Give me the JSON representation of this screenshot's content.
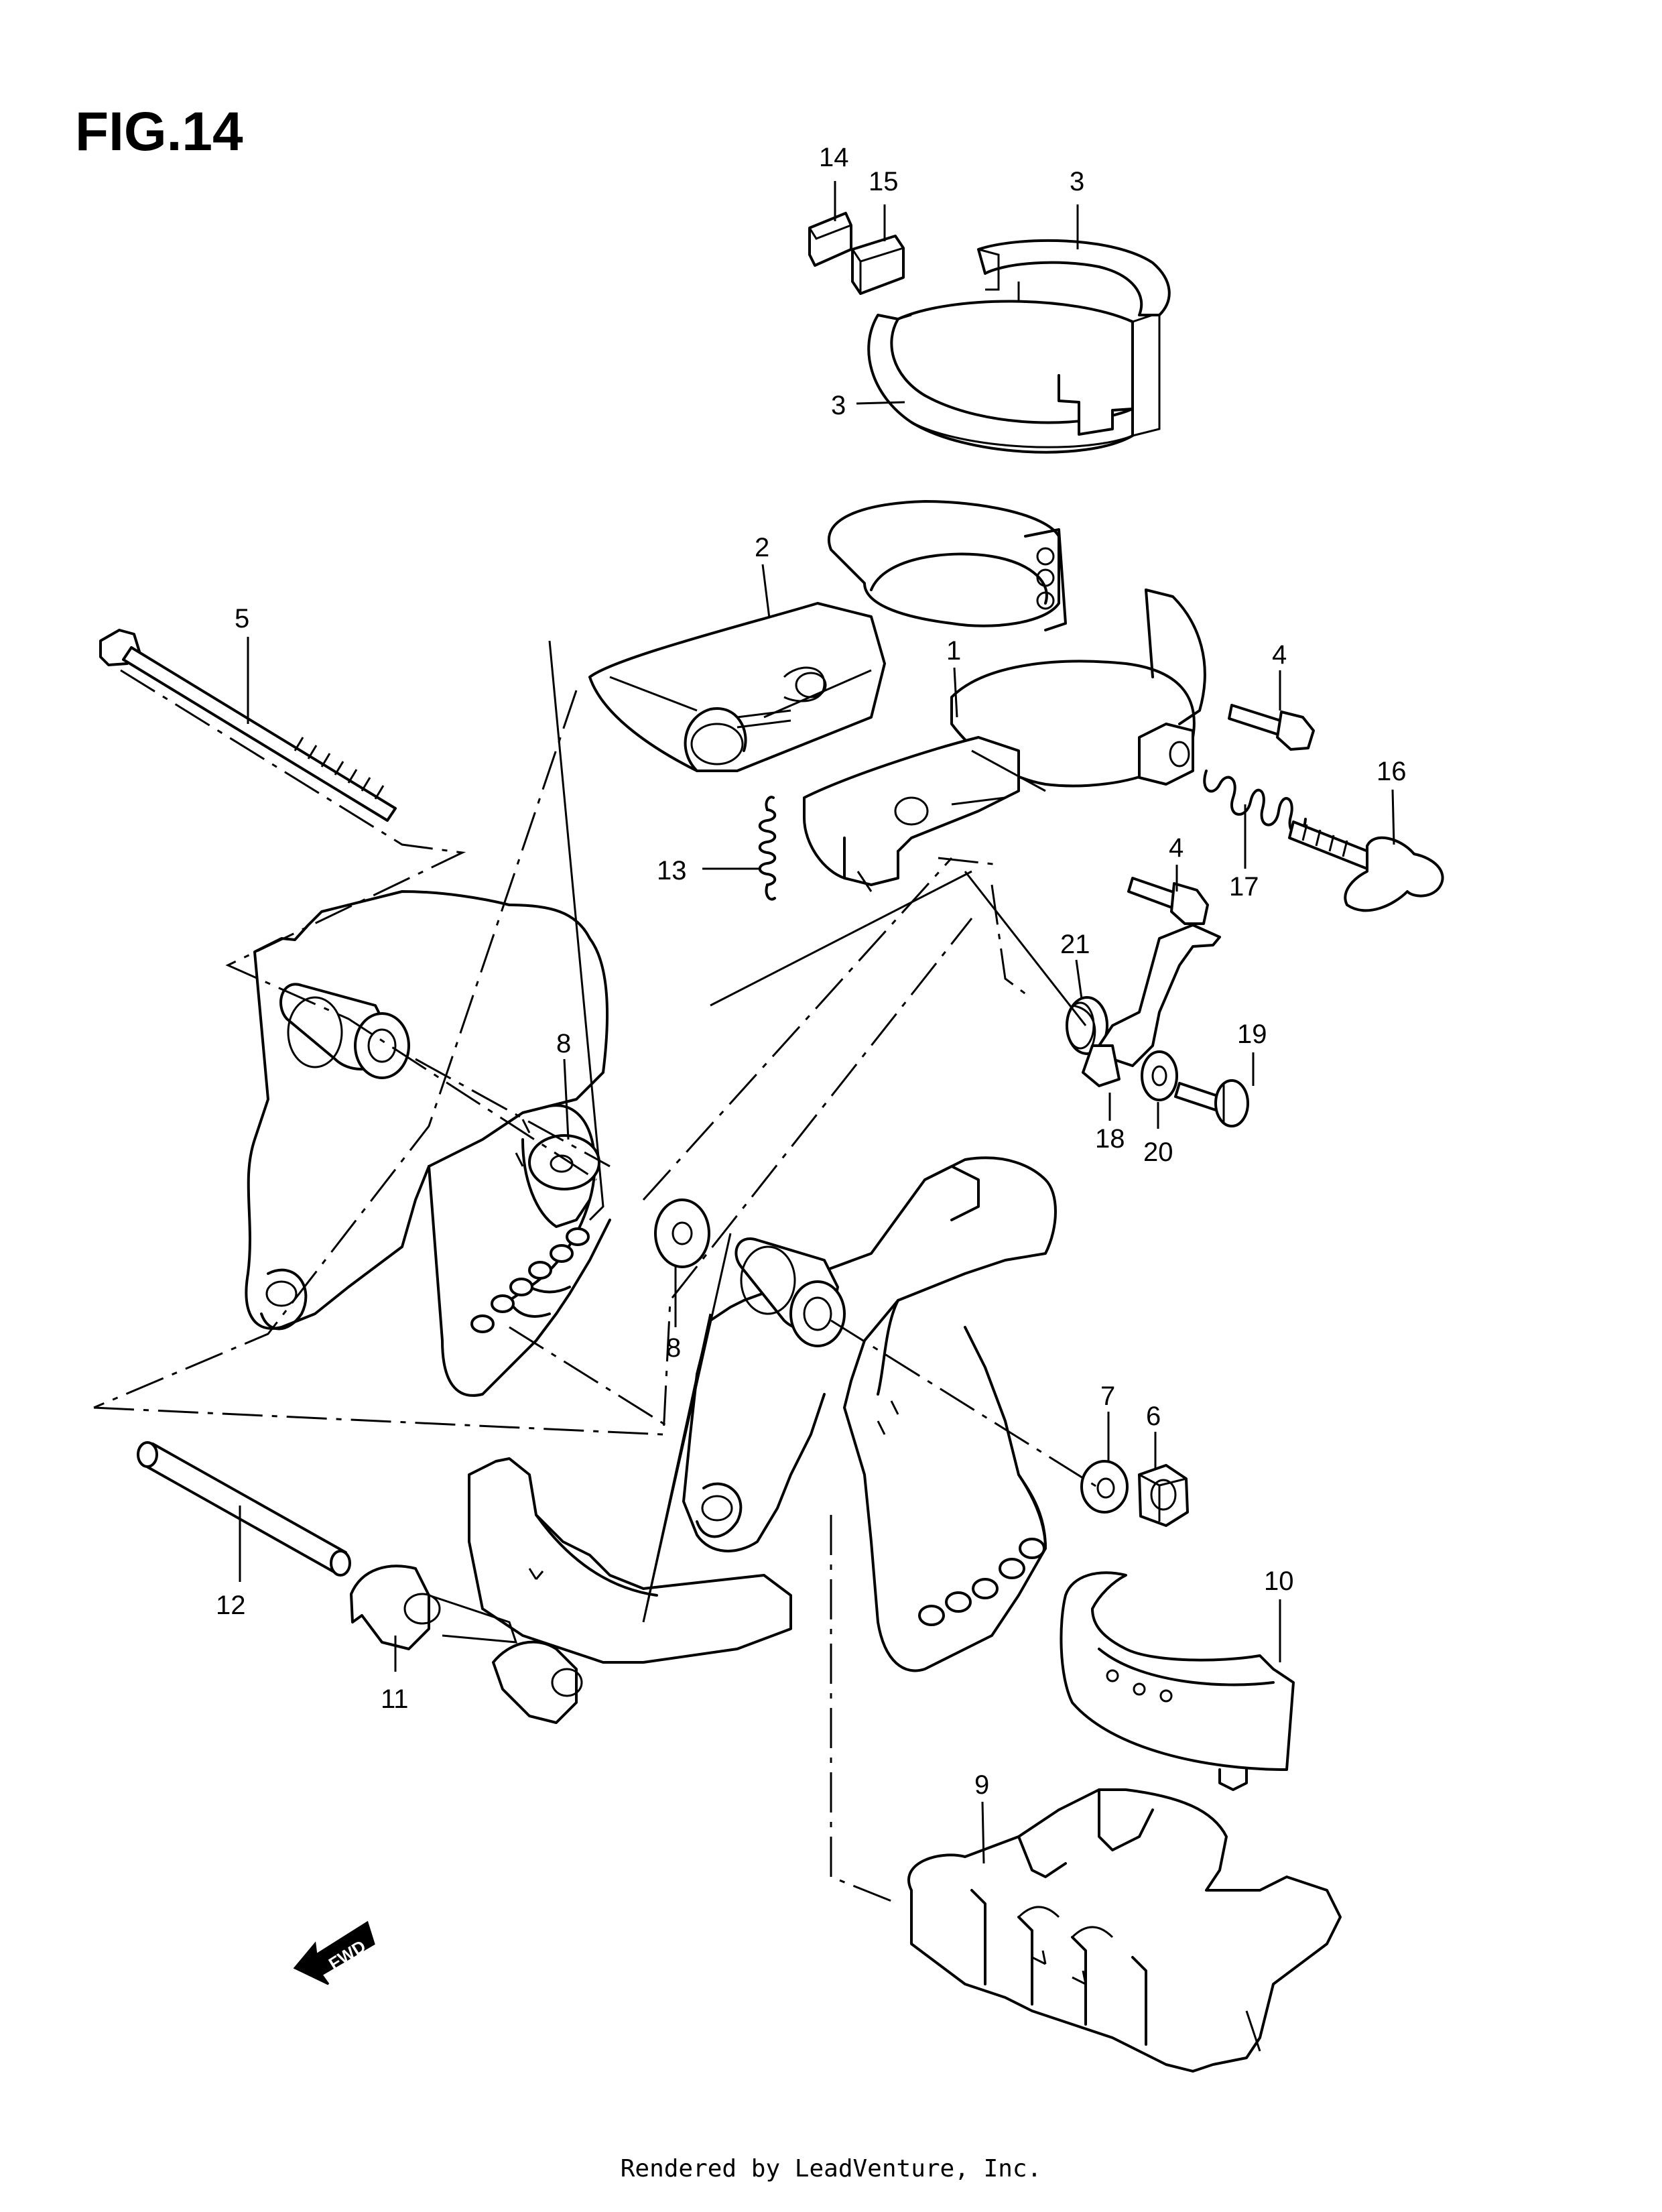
{
  "figure": {
    "title": "FIG.14",
    "footer": "Rendered by LeadVenture, Inc.",
    "fwd_label": "FWD"
  },
  "callouts": {
    "c1": "1",
    "c2": "2",
    "c3a": "3",
    "c3b": "3",
    "c4a": "4",
    "c4b": "4",
    "c5": "5",
    "c6": "6",
    "c7": "7",
    "c8a": "8",
    "c8b": "8",
    "c9": "9",
    "c10": "10",
    "c11": "11",
    "c12": "12",
    "c13": "13",
    "c14": "14",
    "c15": "15",
    "c16": "16",
    "c17": "17",
    "c18": "18",
    "c19": "19",
    "c20": "20",
    "c21": "21"
  }
}
